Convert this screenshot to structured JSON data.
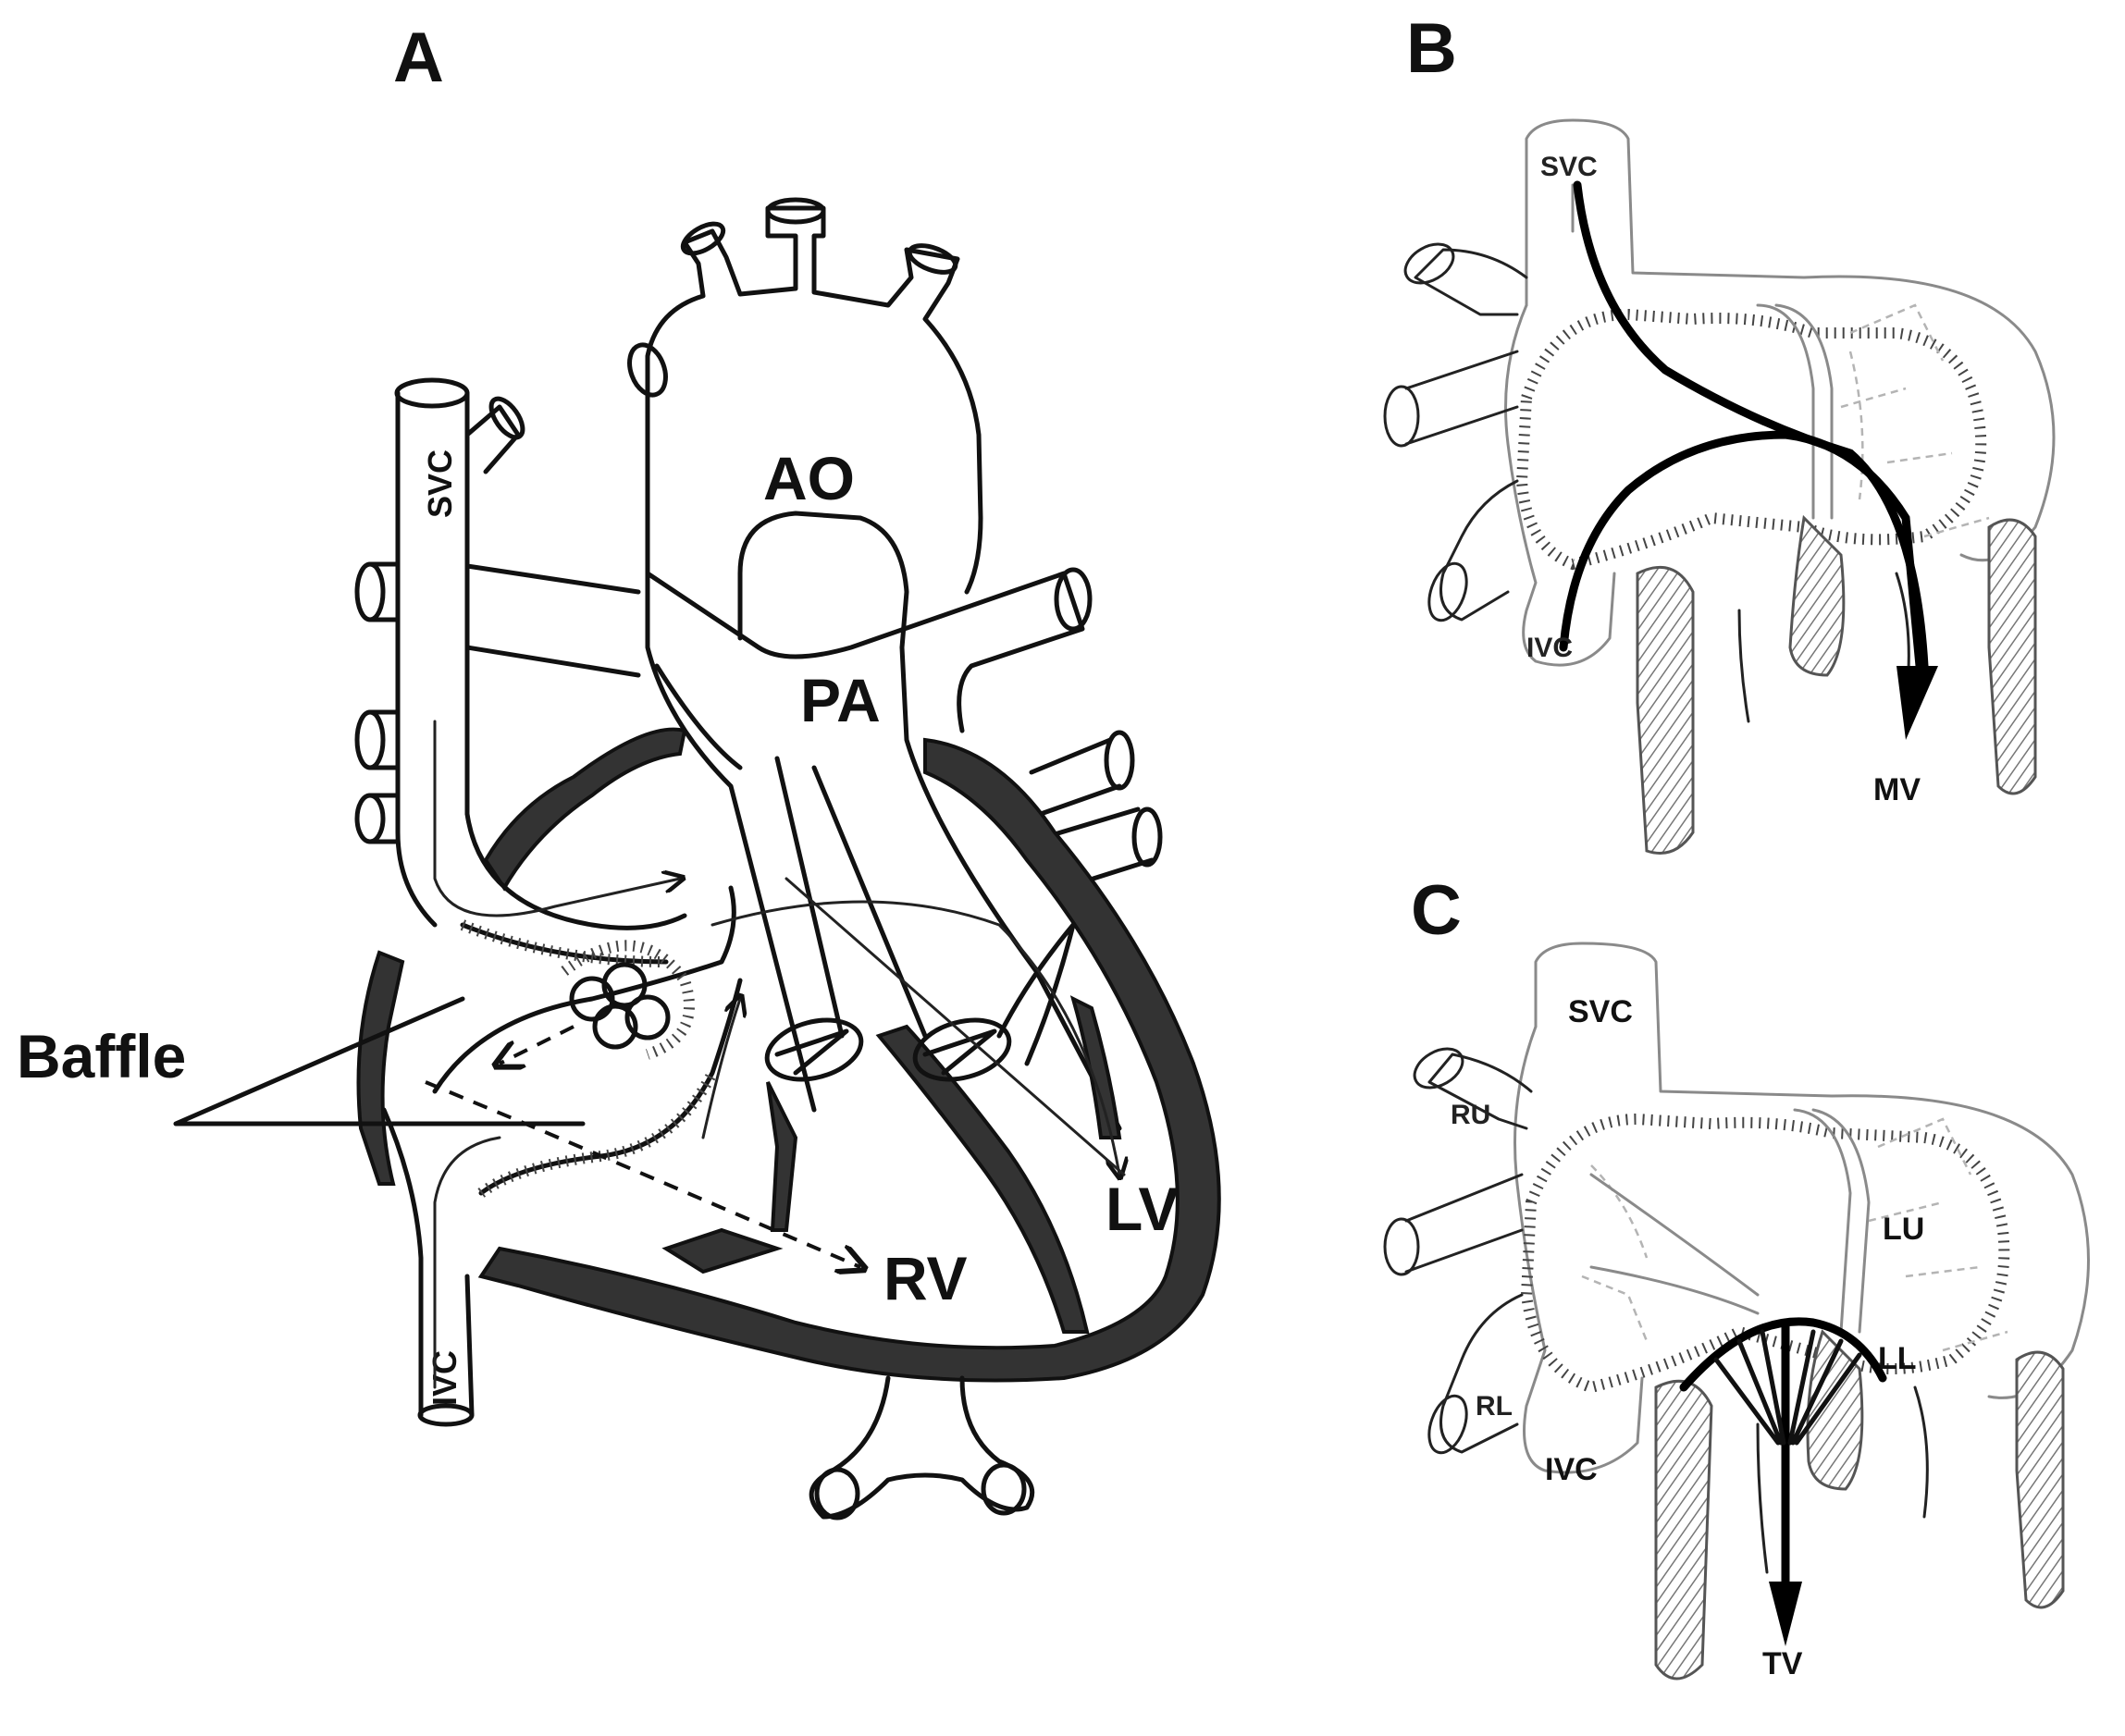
{
  "panels": {
    "a": {
      "letter": "A",
      "labels": {
        "svc": "SVC",
        "ivc": "IVC",
        "ao": "AO",
        "pa": "PA",
        "lv": "LV",
        "rv": "RV",
        "baffle": "Baffle"
      }
    },
    "b": {
      "letter": "B",
      "labels": {
        "svc": "SVC",
        "ivc": "IVC",
        "mv": "MV"
      }
    },
    "c": {
      "letter": "C",
      "labels": {
        "svc": "SVC",
        "ivc": "IVC",
        "ru": "RU",
        "rl": "RL",
        "lu": "LU",
        "ll": "LL",
        "tv": "TV"
      }
    }
  },
  "colors": {
    "ink": "#111111",
    "wall": "#333333",
    "hatch": "#8a8a8a",
    "background": "#ffffff"
  }
}
